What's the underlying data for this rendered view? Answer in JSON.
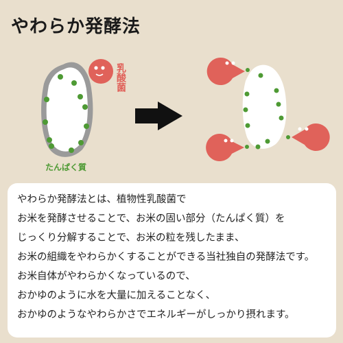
{
  "title": "やわらか発酵法",
  "labels": {
    "bacteria": "乳酸菌",
    "protein": "たんぱく質"
  },
  "paragraph": [
    "やわらか発酵法とは、植物性乳酸菌で",
    "お米を発酵させることで、お米の固い部分（たんぱく質）を",
    "じっくり分解することで、お米の粒を残したまま、",
    "お米の組織をやわらかくすることができる当社独自の発酵法です。",
    "お米自体がやわらかくなっているので、",
    "おかゆのように水を大量に加えることなく、",
    "おかゆのようなやわらかさでエネルギーがしっかり摂れます。"
  ],
  "colors": {
    "background": "#e9dfcd",
    "bacteria": "#e0625a",
    "protein_dots": "#4e9a34",
    "grain_outline": "#9a9a9a",
    "arrow": "#111111"
  }
}
